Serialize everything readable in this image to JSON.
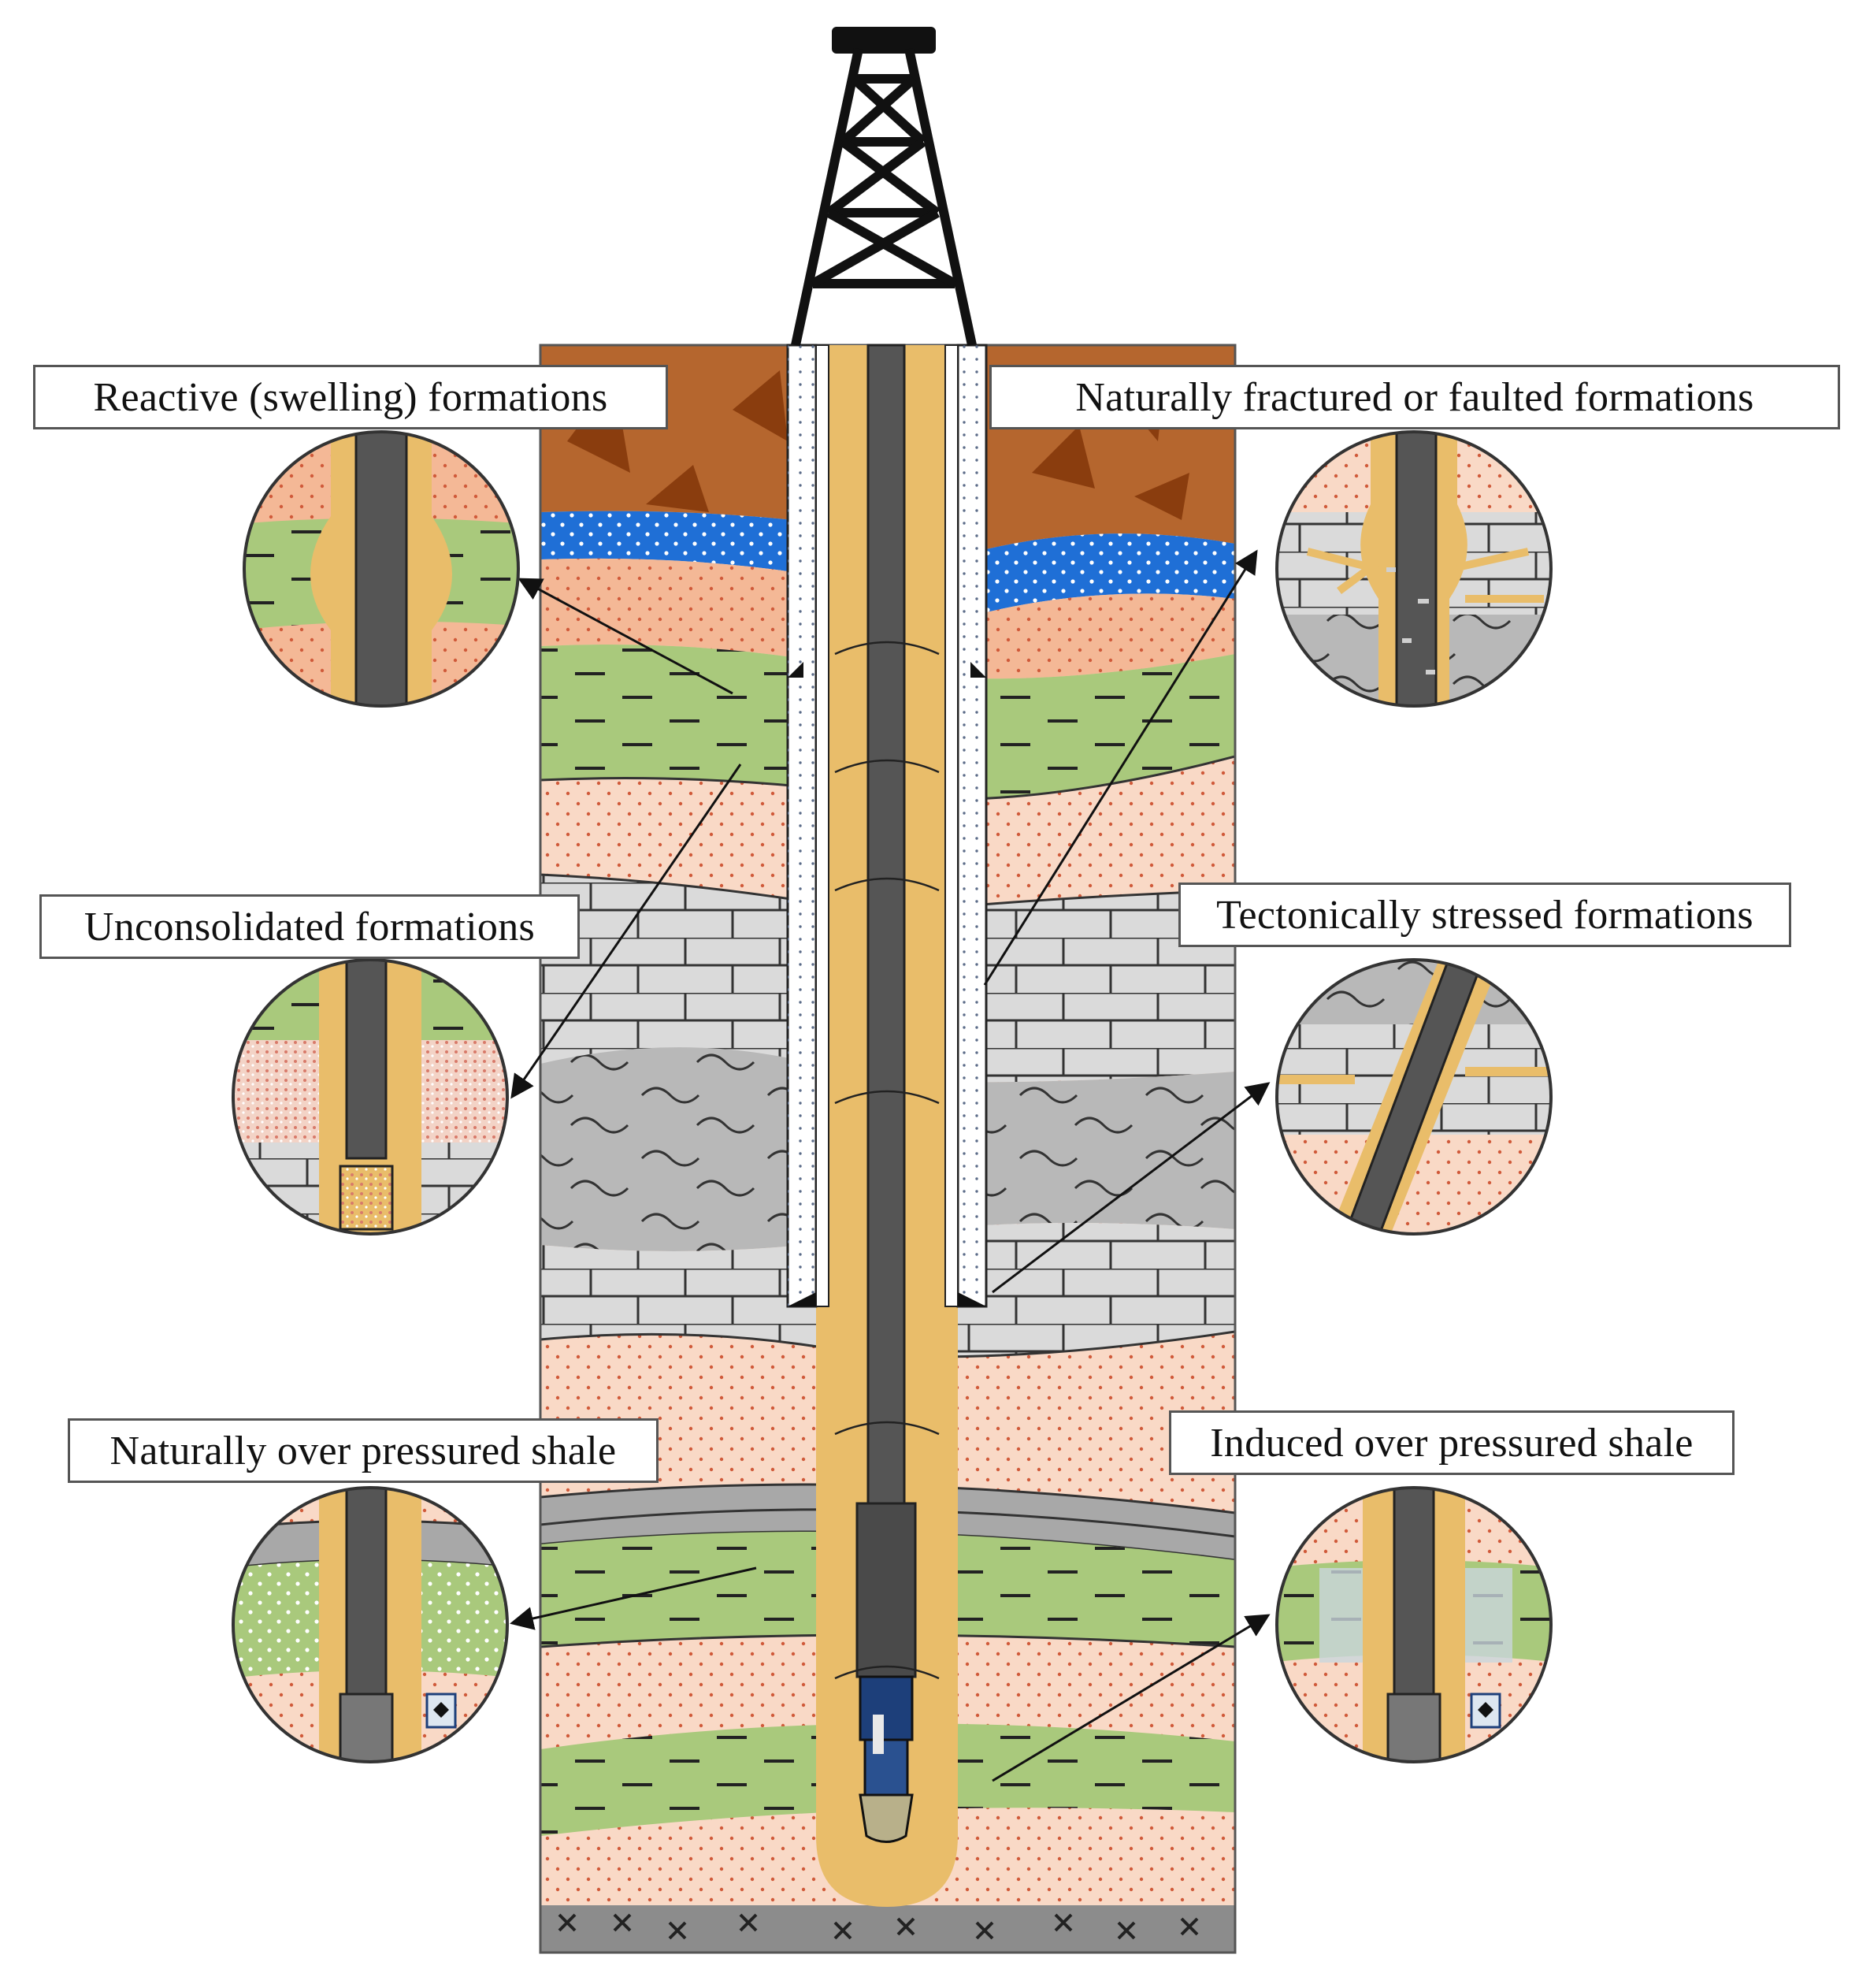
{
  "labels": {
    "reactive": "Reactive (swelling) formations",
    "fractured": "Naturally fractured or faulted formations",
    "unconsolidated": "Unconsolidated formations",
    "tectonic": "Tectonically stressed formations",
    "natural_overpressure": "Naturally over pressured shale",
    "induced_overpressure": "Induced over pressured shale"
  },
  "colors": {
    "topsoil": "#b5662e",
    "topsoil_clast": "#8a3d0e",
    "aquifer": "#1f6fd6",
    "sand": "#f9d9c6",
    "sand_dark": "#f4b896",
    "shale_green": "#a9c97c",
    "limestone": "#d9d9d9",
    "gray_layer": "#b8b8b8",
    "mud": "#e9bd6a",
    "drillpipe": "#555555",
    "bit": "#1d3f7a",
    "basement": "#8c8c8c"
  },
  "icons": [
    "derrick-icon",
    "magnifier-circle-icon",
    "pressure-gauge-icon",
    "drill-bit-icon"
  ]
}
